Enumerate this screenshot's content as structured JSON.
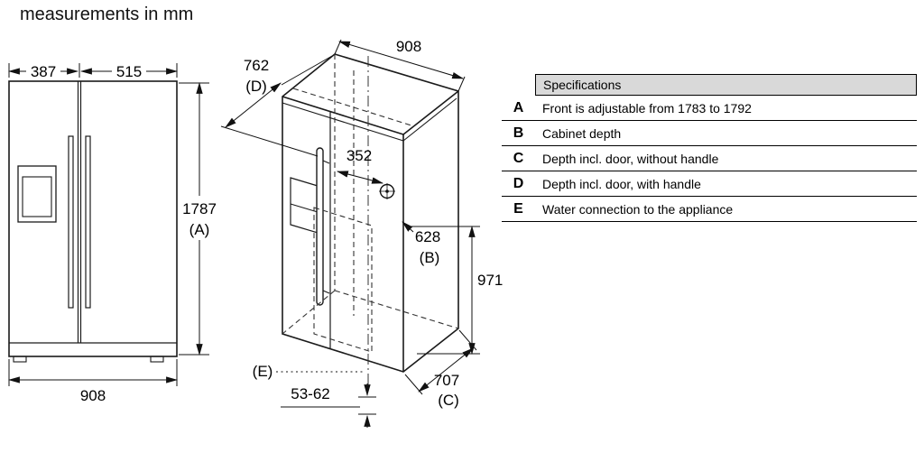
{
  "title": "measurements in mm",
  "front_view": {
    "width_left": "387",
    "width_right": "515",
    "height": "1787",
    "height_key": "(A)",
    "width_total": "908"
  },
  "iso_view": {
    "depth_with_handle": "762",
    "depth_with_handle_key": "(D)",
    "width_total": "908",
    "water_offset": "352",
    "cabinet_depth": "628",
    "cabinet_depth_key": "(B)",
    "rear_height": "971",
    "depth_without_handle": "707",
    "depth_without_handle_key": "(C)",
    "water_key": "(E)",
    "bottom_range": "53-62"
  },
  "spec_table": {
    "header": "Specifications",
    "rows": [
      {
        "key": "A",
        "desc": "Front is adjustable from 1783 to 1792"
      },
      {
        "key": "B",
        "desc": "Cabinet depth"
      },
      {
        "key": "C",
        "desc": "Depth incl. door, without handle"
      },
      {
        "key": "D",
        "desc": "Depth incl. door, with handle"
      },
      {
        "key": "E",
        "desc": "Water connection to the appliance"
      }
    ]
  }
}
